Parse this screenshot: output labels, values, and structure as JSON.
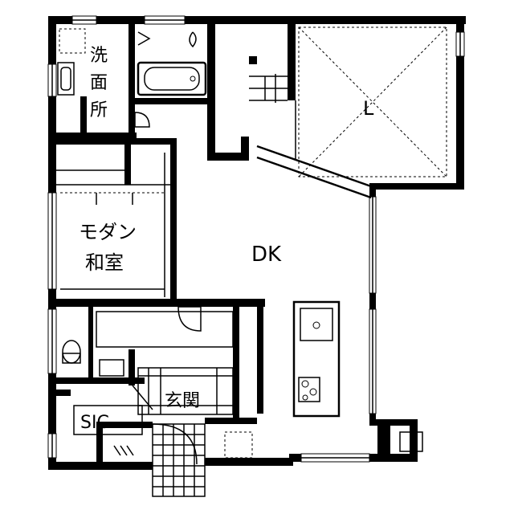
{
  "rooms": {
    "washroom_line1": "洗",
    "washroom_line2": "面",
    "washroom_line3": "所",
    "living": "L",
    "washitsu_line1": "モダン",
    "washitsu_line2": "和室",
    "dk": "DK",
    "entrance": "玄関",
    "sic": "SIC"
  }
}
